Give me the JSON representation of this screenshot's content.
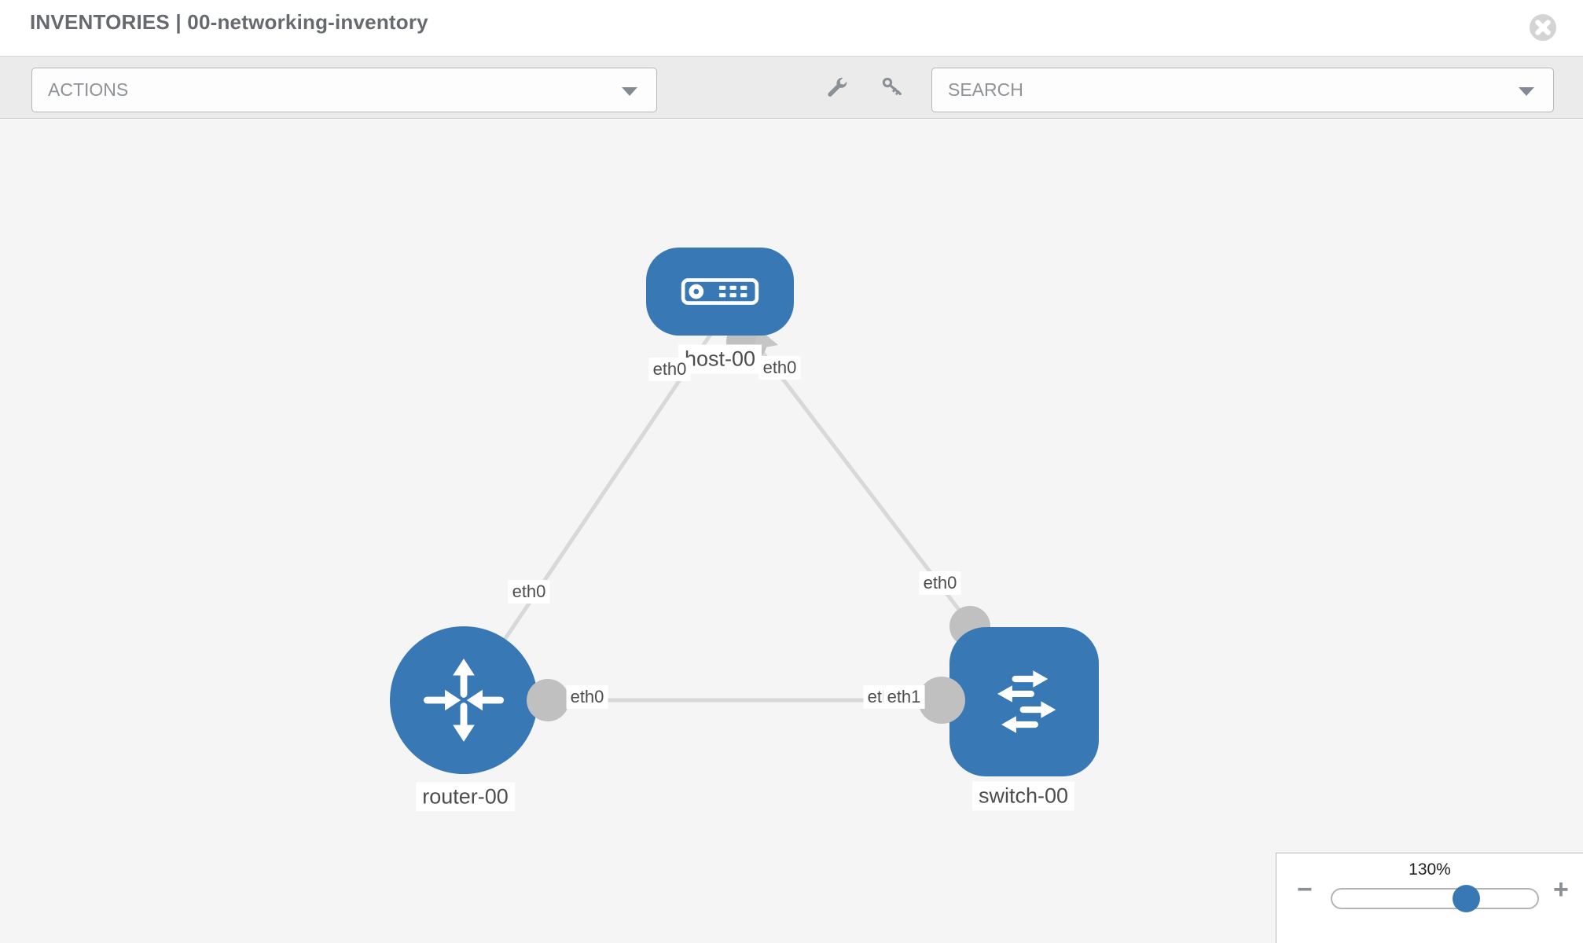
{
  "header": {
    "title": "INVENTORIES | 00-networking-inventory"
  },
  "toolbar": {
    "actions": {
      "label": "ACTIONS"
    },
    "search": {
      "label": "SEARCH"
    },
    "icons": [
      "wrench-icon",
      "key-icon"
    ]
  },
  "topology": {
    "nodes": [
      {
        "id": "host-00",
        "type": "host",
        "label": "host-00"
      },
      {
        "id": "router-00",
        "type": "router",
        "label": "router-00"
      },
      {
        "id": "switch-00",
        "type": "switch",
        "label": "switch-00"
      }
    ],
    "links": [
      {
        "from": "host-00",
        "to": "router-00",
        "from_interface": "eth0",
        "to_interface": "eth0"
      },
      {
        "from": "host-00",
        "to": "switch-00",
        "from_interface": "eth0",
        "to_interface": "eth0"
      },
      {
        "from": "router-00",
        "to": "switch-00",
        "from_interface": "eth0",
        "to_interface": "eth1"
      }
    ],
    "interface_labels": {
      "host_to_router_near_host": "eth0",
      "host_to_router_near_router": "eth0",
      "host_to_switch_near_host": "eth0",
      "host_to_switch_near_switch": "eth0",
      "router_to_switch_near_router": "eth0",
      "router_to_switch_near_switch_under": "eth0",
      "router_to_switch_near_switch": "eth1"
    }
  },
  "zoom_control": {
    "level": "130%",
    "minus_label": "−",
    "plus_label": "+"
  },
  "colors": {
    "node_blue": "#3879b5",
    "edge_gray": "#d8d8d8",
    "endpoint_gray": "#c0c0c0",
    "toolbar_bg": "#ebebeb",
    "canvas_bg": "#f5f5f6"
  }
}
